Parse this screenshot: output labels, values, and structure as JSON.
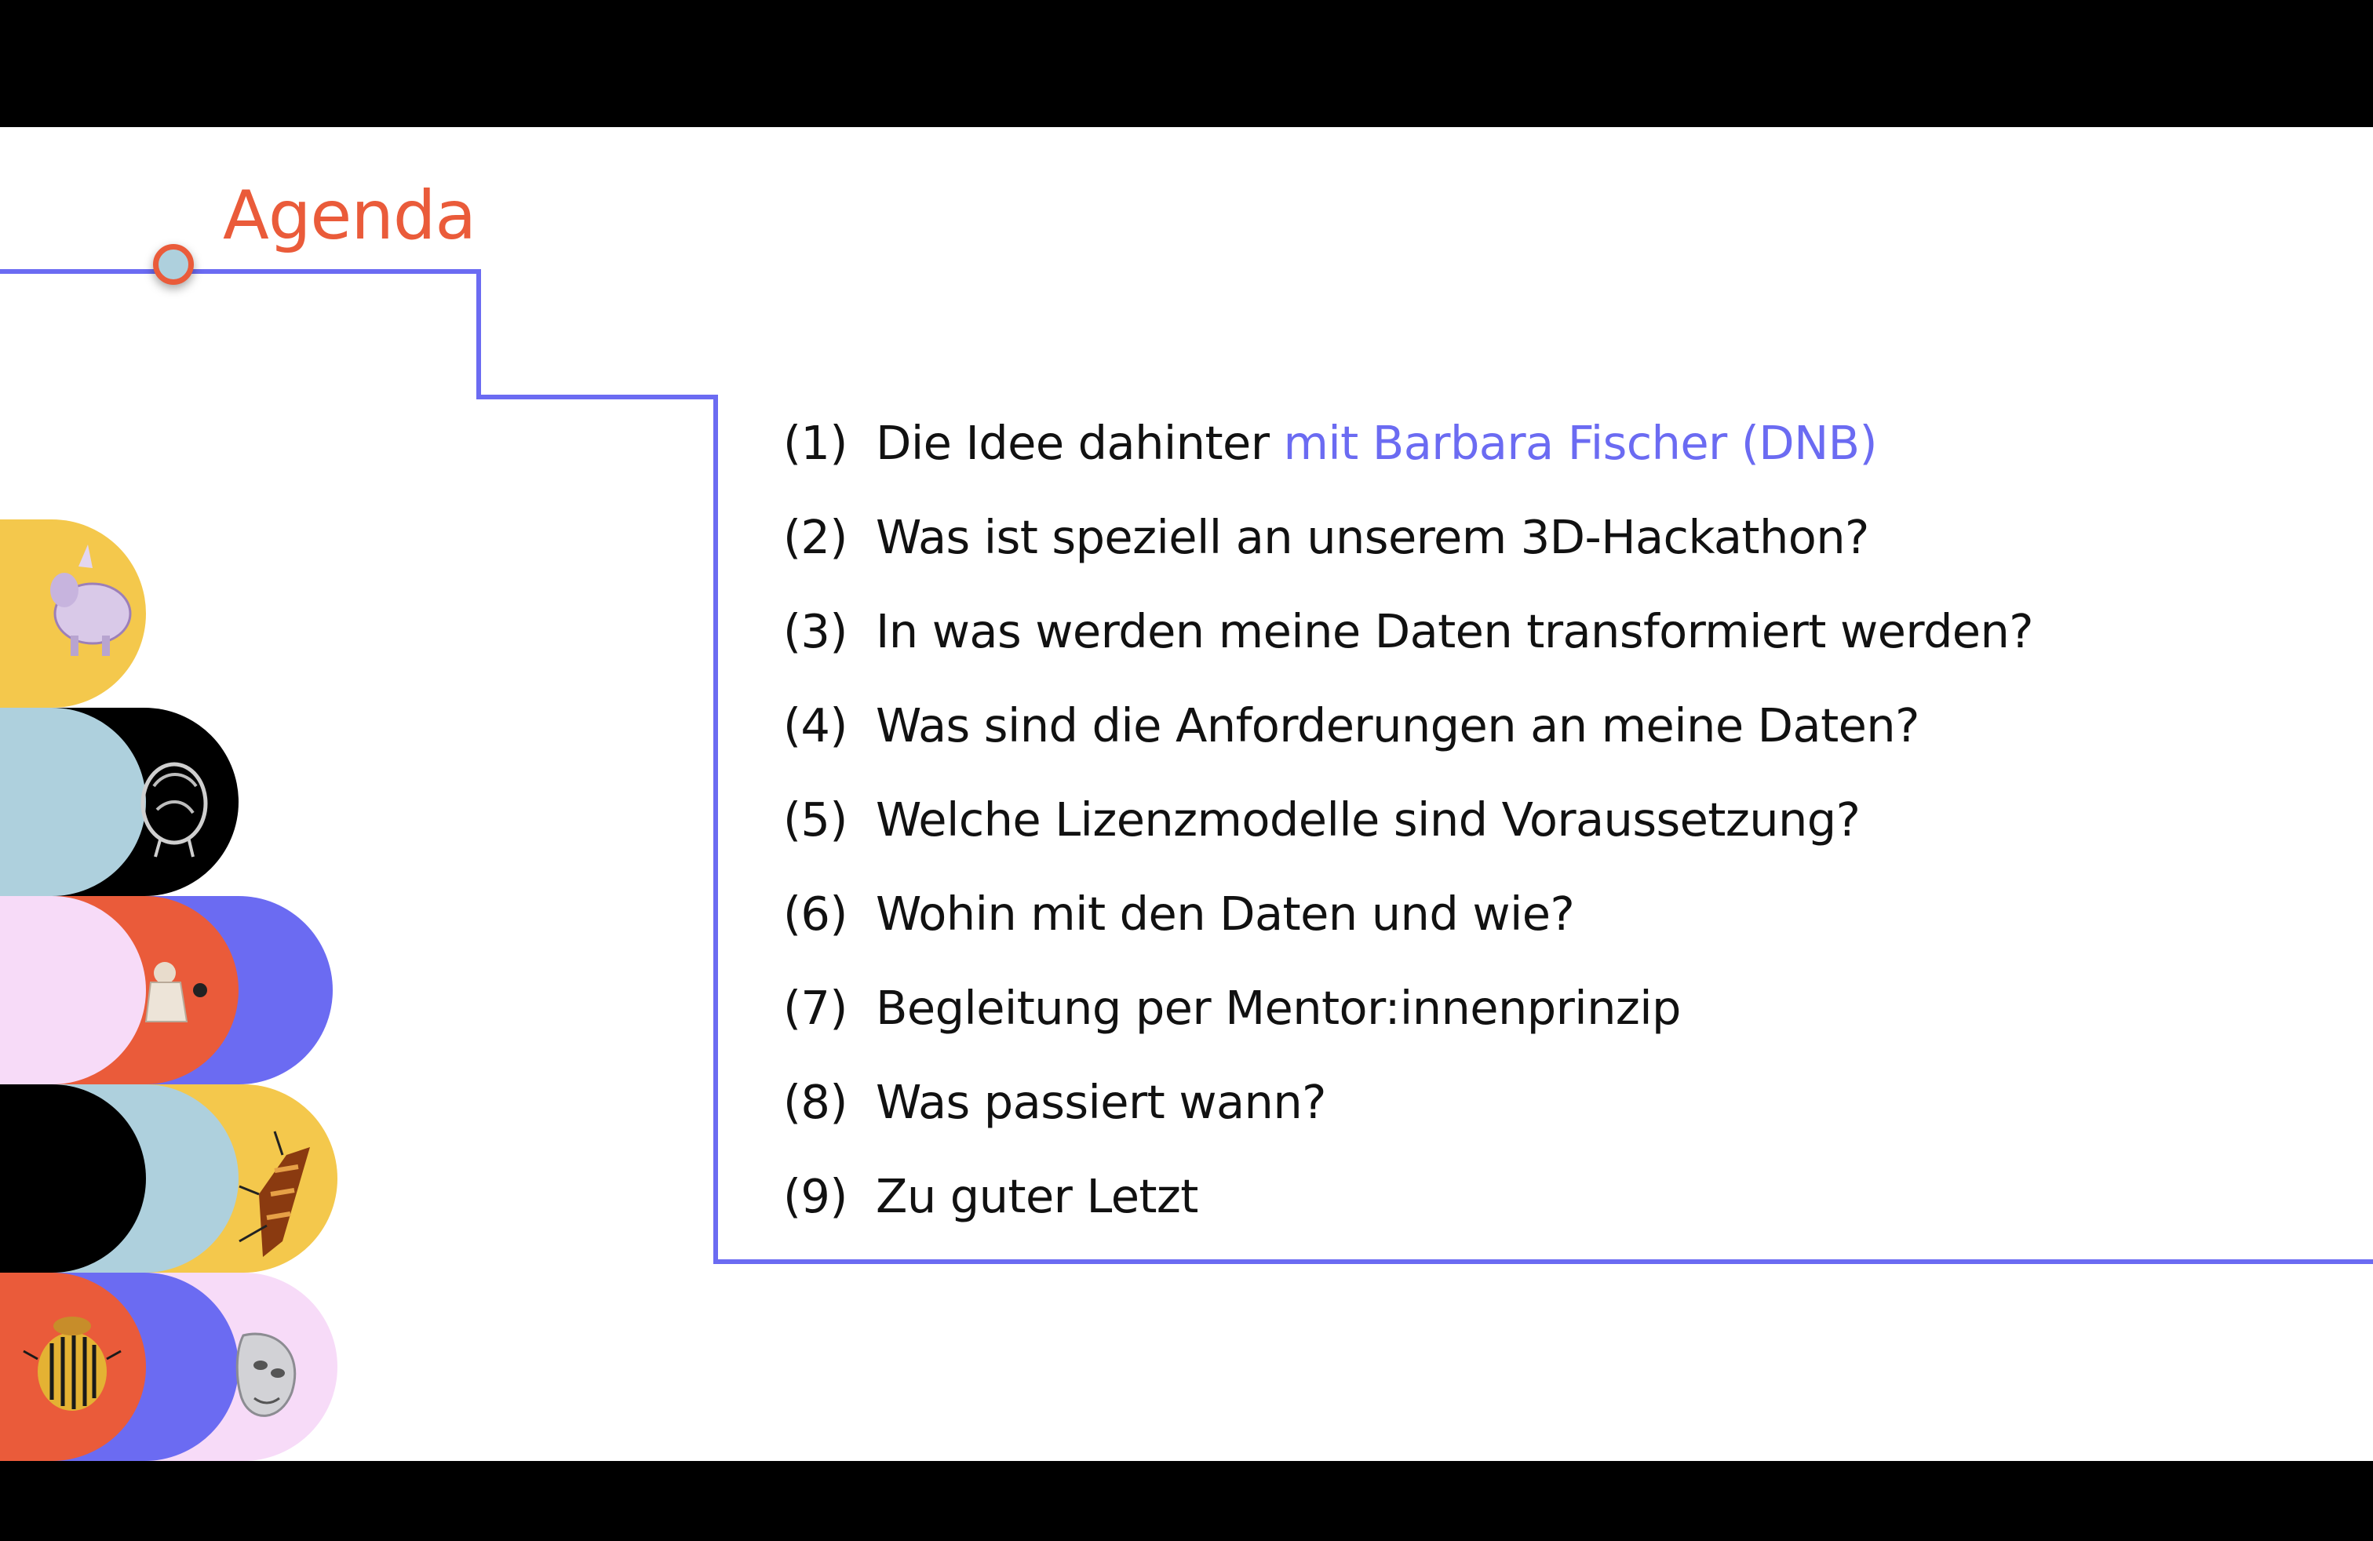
{
  "slide": {
    "title": "Agenda",
    "colors": {
      "title": "#EA5B3A",
      "line": "#6B6BF2",
      "yellow": "#F4C84C",
      "lightblue": "#AED0DD",
      "black": "#000000",
      "pink": "#F7DBF8",
      "orange": "#EA5B3A",
      "purple": "#6B6BF2"
    },
    "items": [
      {
        "num": "(1)",
        "text": "Die Idee dahinter ",
        "highlight": "mit Barbara Fischer (DNB)"
      },
      {
        "num": "(2)",
        "text": "Was ist speziell an unserem 3D-Hackathon?",
        "highlight": ""
      },
      {
        "num": "(3)",
        "text": "In was werden meine Daten transformiert werden?",
        "highlight": ""
      },
      {
        "num": "(4)",
        "text": "Was sind die Anforderungen an meine Daten?",
        "highlight": ""
      },
      {
        "num": "(5)",
        "text": "Welche Lizenzmodelle sind Voraussetzung?",
        "highlight": ""
      },
      {
        "num": "(6)",
        "text": "Wohin mit den Daten und wie?",
        "highlight": ""
      },
      {
        "num": "(7)",
        "text": "Begleitung per Mentor:innenprinzip",
        "highlight": ""
      },
      {
        "num": "(8)",
        "text": "Was passiert wann?",
        "highlight": ""
      },
      {
        "num": "(9)",
        "text": "Zu guter Letzt",
        "highlight": ""
      }
    ],
    "decor_icons": [
      "rhino-figure-icon",
      "skeleton-figure-icon",
      "statue-figure-icon",
      "beetle-figure-icon",
      "potato-beetle-icon",
      "mask-figure-icon"
    ]
  }
}
